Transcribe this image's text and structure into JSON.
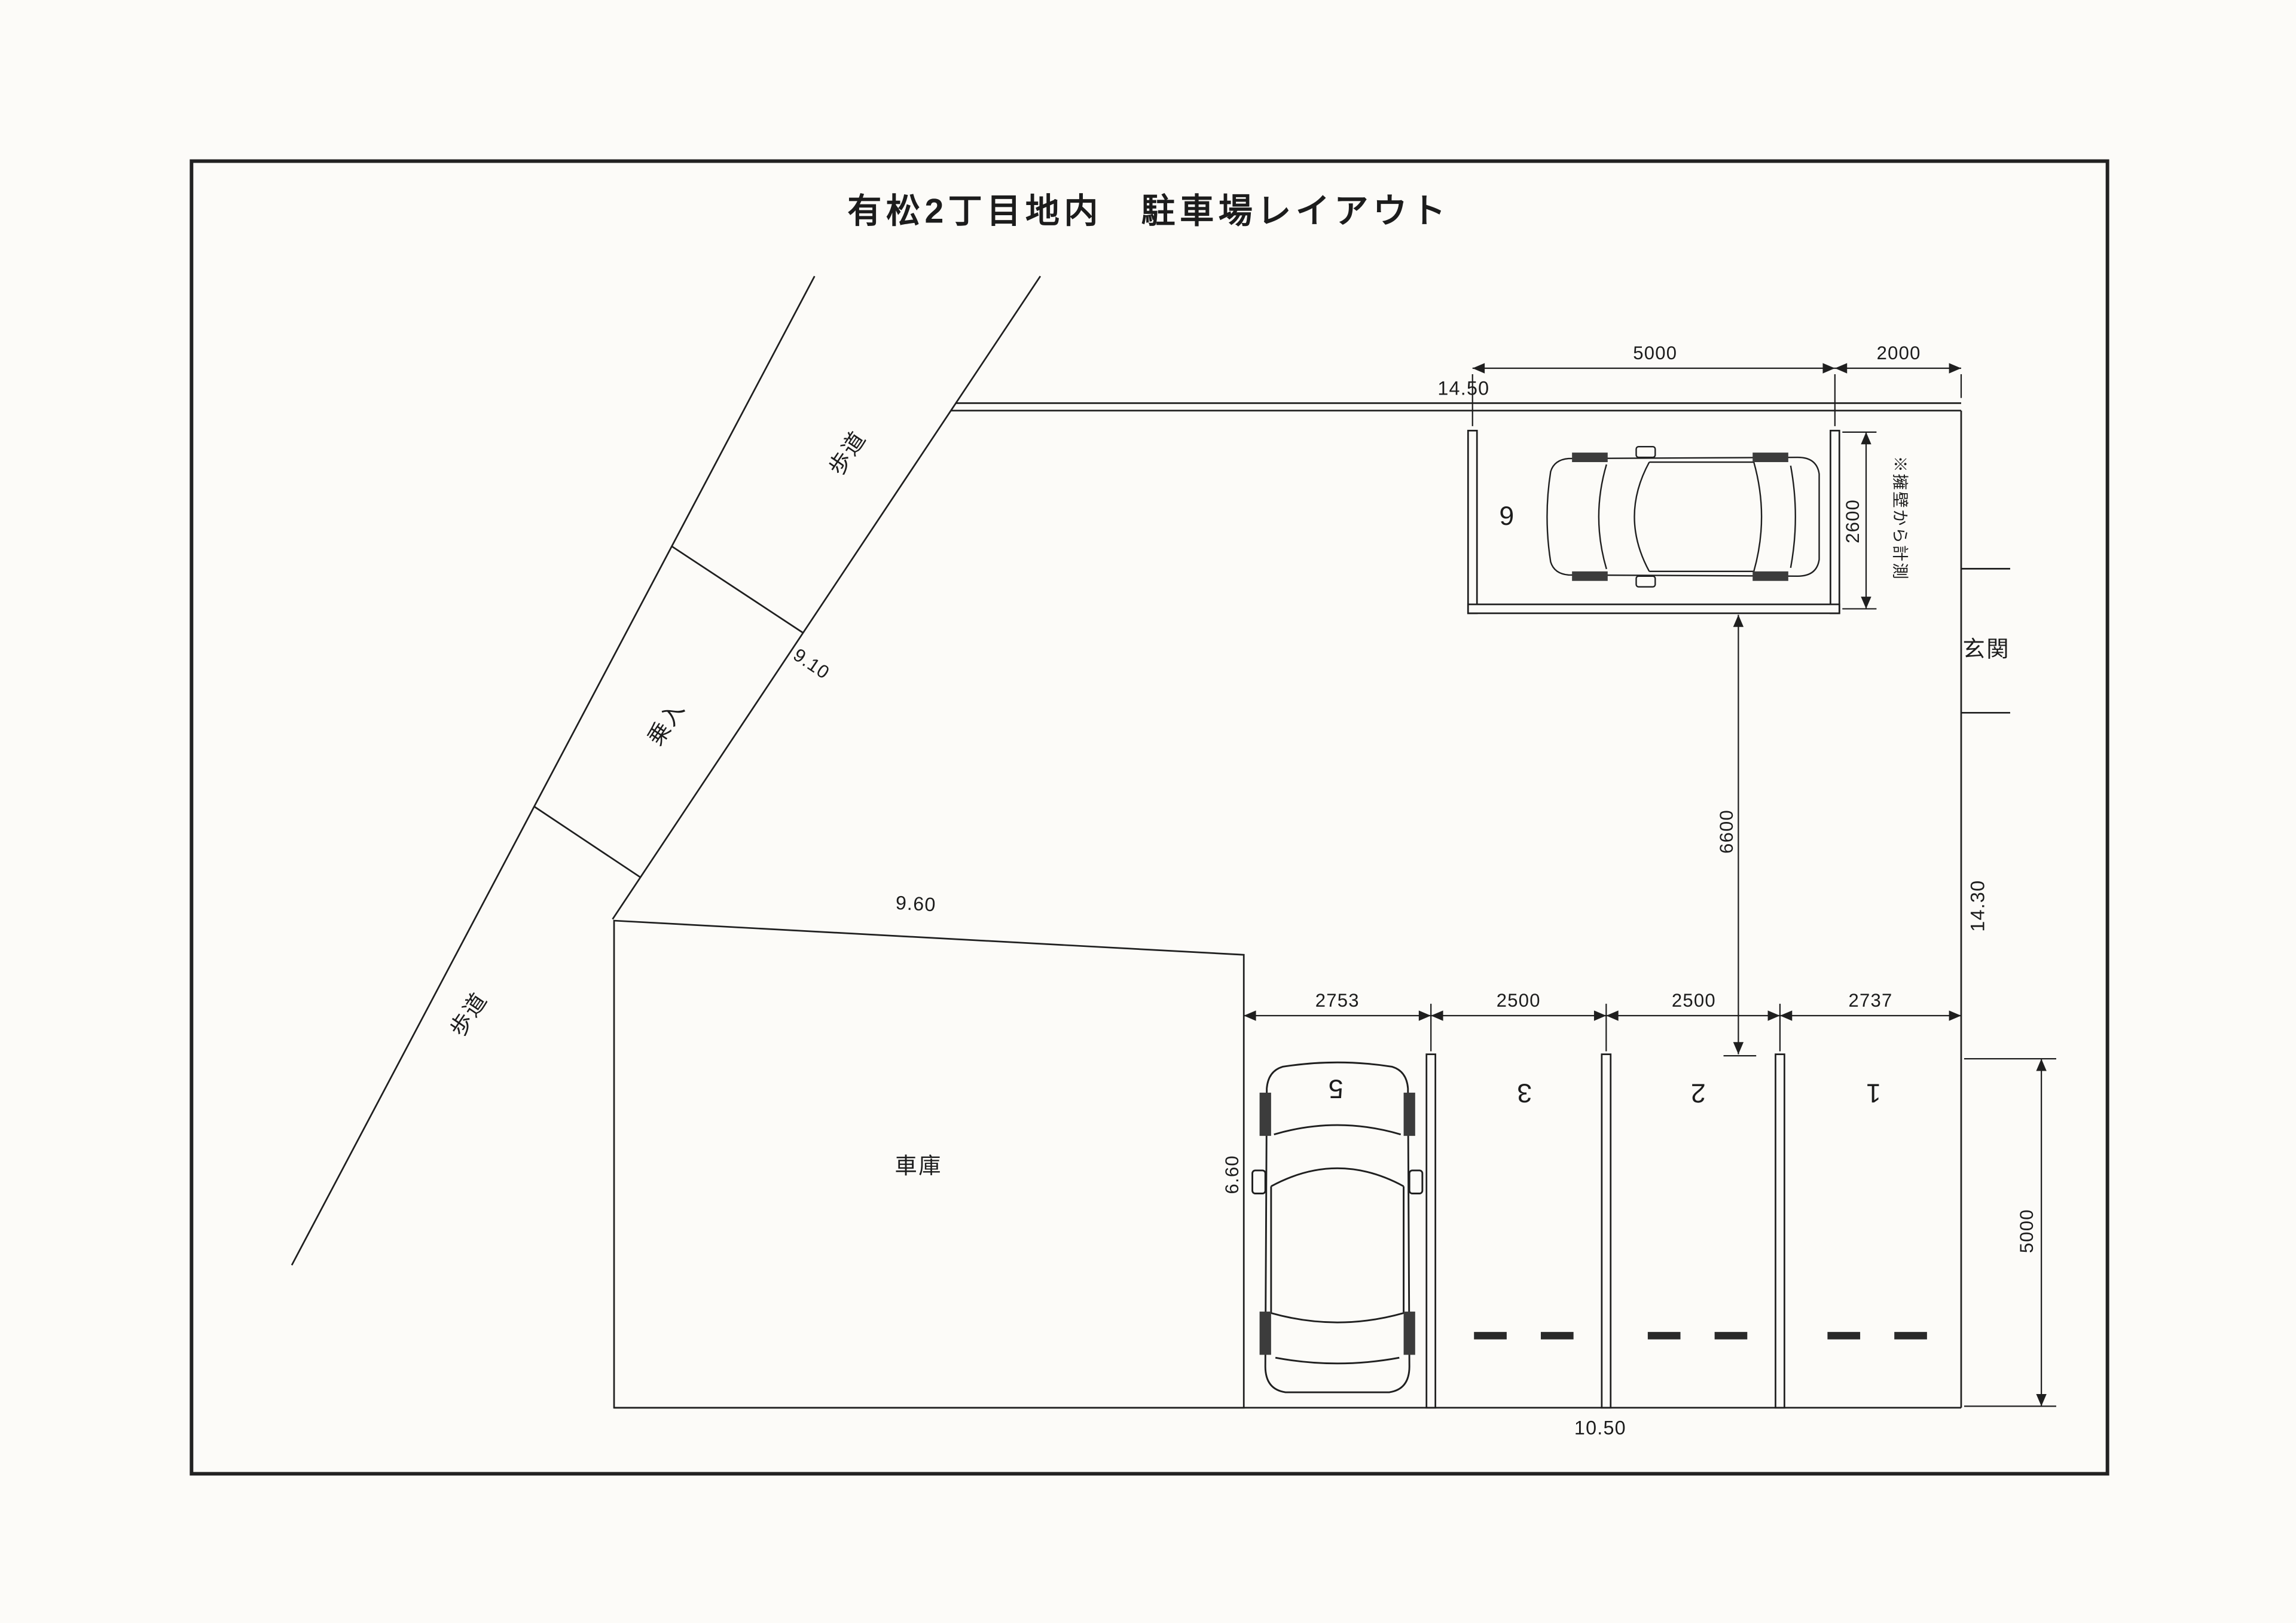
{
  "title": "有松2丁目地内　駐車場レイアウト",
  "road": {
    "sidewalk_upper_label": "歩道",
    "driveway_label": "乗入",
    "sidewalk_lower_label": "歩道",
    "road_width_dim": "9.10"
  },
  "garage": {
    "label": "車庫",
    "frontage_dim": "9.60",
    "depth_dim": "6.60"
  },
  "boundary": {
    "north_wall_dim": "14.50",
    "east_side_dim": "14.30",
    "entrance_label": "玄関",
    "row_total_dim": "10.50"
  },
  "space6": {
    "number": "6",
    "length_dim": "5000",
    "east_offset_dim": "2000",
    "width_dim": "2600",
    "measure_note": "※擁壁から計測",
    "clearance_dim": "6600"
  },
  "parking_row": {
    "space_width_dims": [
      "2753",
      "2500",
      "2500",
      "2737"
    ],
    "depth_dim": "5000",
    "space_numbers": [
      "5",
      "3",
      "2",
      "1"
    ]
  }
}
